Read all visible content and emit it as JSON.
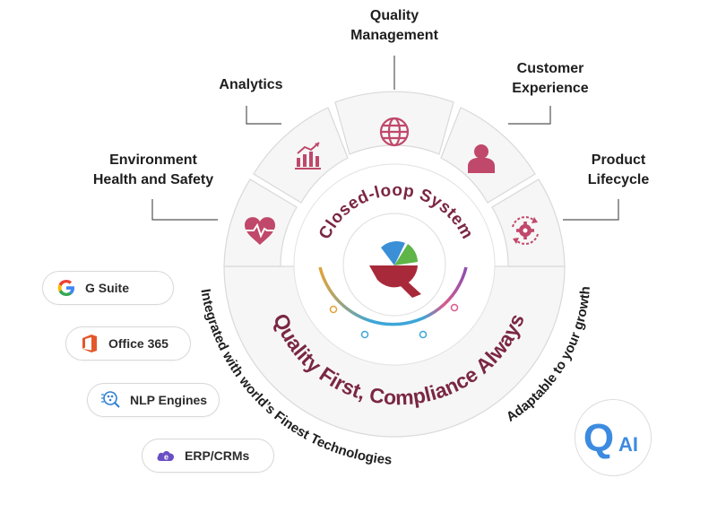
{
  "center": {
    "inner_title": "Closed-loop System",
    "main_slogan": "Quality First, Compliance Always",
    "left_arc_text": "Integrated with world’s Finest Technologies",
    "right_arc_text": "Adaptable to your growth"
  },
  "modules": {
    "ehs": {
      "line1": "Environment",
      "line2": "Health and Safety",
      "icon": "heart-pulse-icon"
    },
    "analytics": {
      "line1": "Analytics",
      "icon": "bar-chart-icon"
    },
    "quality": {
      "line1": "Quality",
      "line2": "Management",
      "icon": "globe-icon"
    },
    "customer": {
      "line1": "Customer",
      "line2": "Experience",
      "icon": "user-icon"
    },
    "product": {
      "line1": "Product",
      "line2": "Lifecycle",
      "icon": "gear-cycle-icon"
    }
  },
  "integrations": [
    {
      "label": "G Suite",
      "icon": "google-g-icon"
    },
    {
      "label": "Office 365",
      "icon": "office-icon"
    },
    {
      "label": "NLP Engines",
      "icon": "nlp-brain-icon"
    },
    {
      "label": "ERP/CRMs",
      "icon": "cloud-e-icon"
    }
  ],
  "badge": {
    "q": "Q",
    "ai": "AI"
  },
  "colors": {
    "accent": "#b03a5b",
    "title_text": "#7a2744",
    "segment_bg": "#f6f6f6",
    "border": "#d9d9d9",
    "badge_blue": "#3d8be0"
  }
}
